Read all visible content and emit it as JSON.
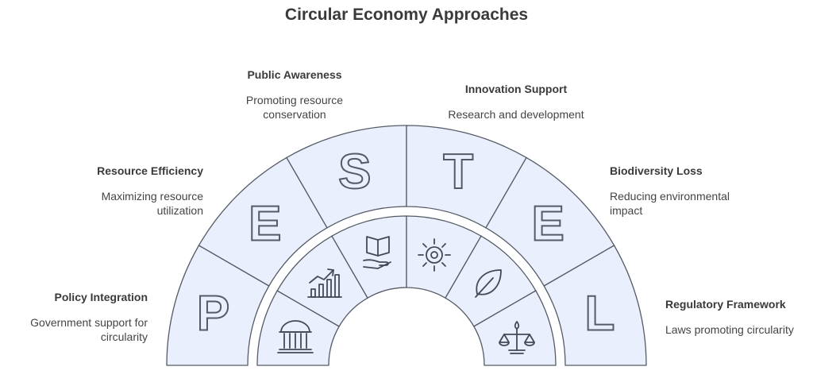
{
  "title": "Circular Economy Approaches",
  "segments": [
    {
      "letter": "P",
      "icon": "government-building-icon",
      "heading": "Policy Integration",
      "description": "Government support for circularity"
    },
    {
      "letter": "E",
      "icon": "growth-chart-icon",
      "heading": "Resource Efficiency",
      "description": "Maximizing resource utilization"
    },
    {
      "letter": "S",
      "icon": "book-hand-icon",
      "heading": "Public Awareness",
      "description": "Promoting resource conservation"
    },
    {
      "letter": "T",
      "icon": "sun-icon",
      "heading": "Innovation Support",
      "description": "Research and development"
    },
    {
      "letter": "E",
      "icon": "leaf-icon",
      "heading": "Biodiversity Loss",
      "description": "Reducing environmental impact"
    },
    {
      "letter": "L",
      "icon": "scales-icon",
      "heading": "Regulatory Framework",
      "description": "Laws promoting circularity"
    }
  ],
  "colors": {
    "fill": "#e9effc",
    "stroke": "#555b66",
    "text": "#3a3a3a"
  }
}
